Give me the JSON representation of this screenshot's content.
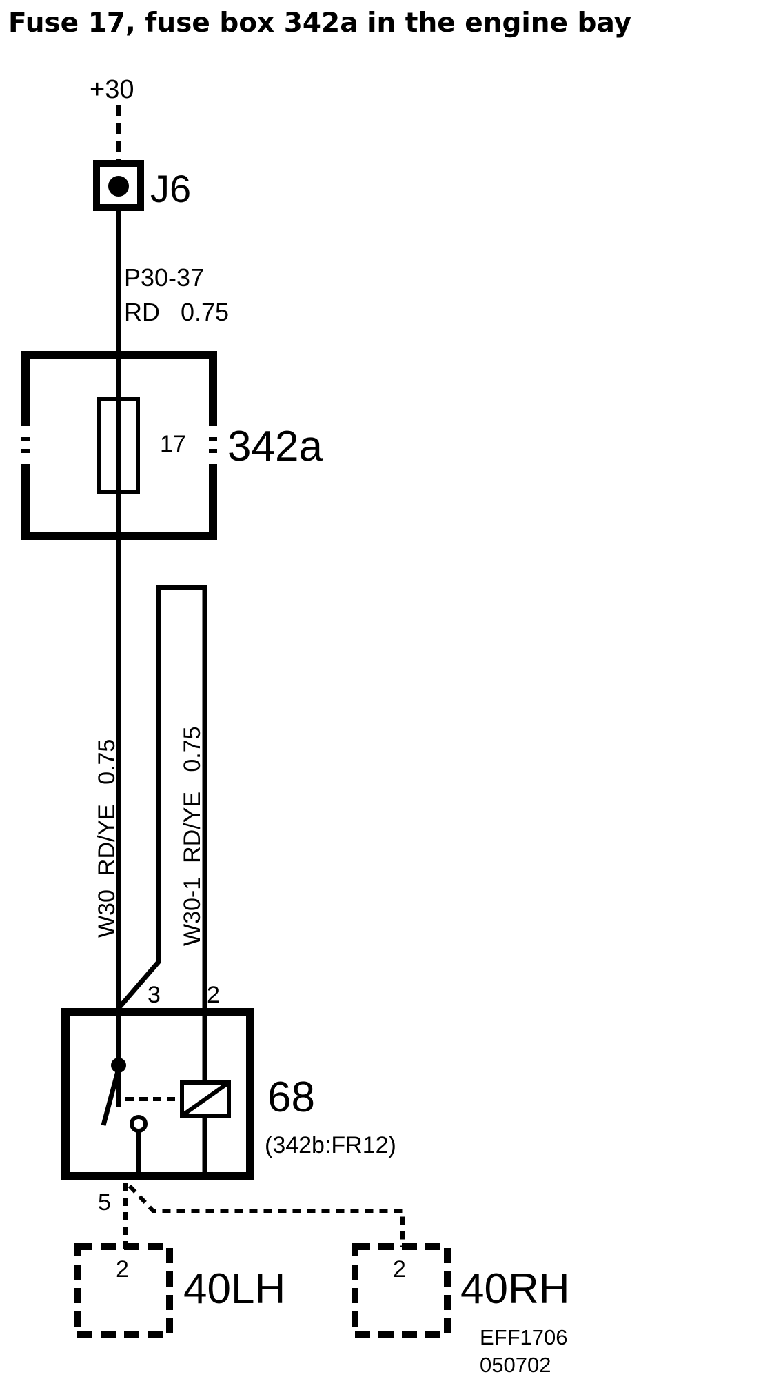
{
  "title": "Fuse 17, fuse box 342a in the engine bay",
  "supply": "+30",
  "junction": "J6",
  "wire_p30_37": {
    "id": "P30-37",
    "spec": "RD   0.75"
  },
  "fuse": {
    "number": "17",
    "box": "342a"
  },
  "wire_w30": {
    "id": "W30",
    "spec": "RD/YE   0.75"
  },
  "wire_w30_1": {
    "id": "W30-1",
    "spec": "RD/YE   0.75"
  },
  "relay": {
    "id": "68",
    "location": "(342b:FR12)",
    "pin_3": "3",
    "pin_2": "2",
    "pin_5": "5"
  },
  "connector_lh": {
    "id": "40LH",
    "pin": "2"
  },
  "connector_rh": {
    "id": "40RH",
    "pin": "2"
  },
  "ref_code": "EFF1706",
  "ref_date": "050702"
}
